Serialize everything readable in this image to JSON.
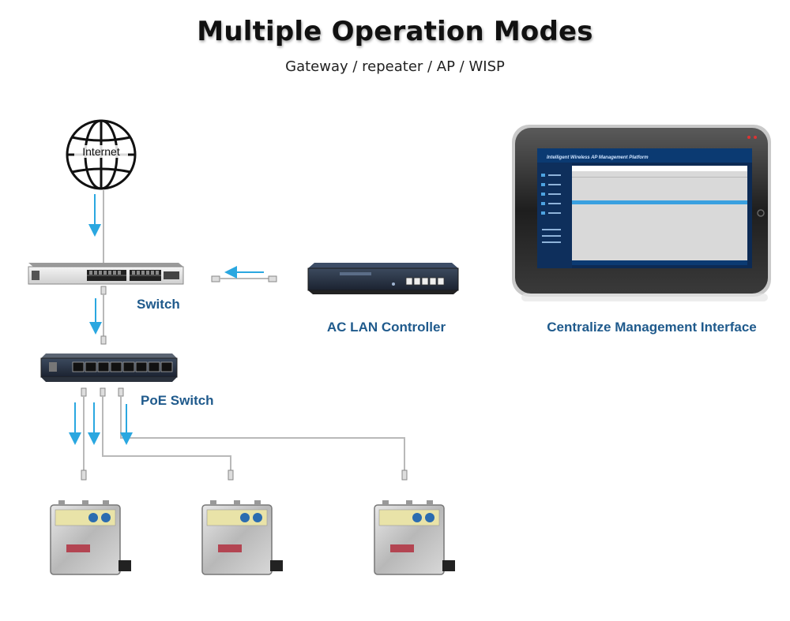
{
  "header": {
    "title": "Multiple Operation Modes",
    "subtitle": "Gateway / repeater / AP / WISP"
  },
  "nodes": {
    "internet": {
      "label": "Internet"
    },
    "switch": {
      "label": "Switch"
    },
    "poe_switch": {
      "label": "PoE Switch"
    },
    "ac_controller": {
      "label": "AC LAN Controller"
    },
    "management": {
      "label": "Centralize Management Interface"
    },
    "tablet_screen": {
      "header": "Intelligent Wireless AP Management Platform"
    }
  },
  "colors": {
    "label": "#1f5a8c",
    "arrow": "#2aa7e0",
    "cable": "#b9b9b9"
  },
  "icons": [
    "globe-icon",
    "switch-device",
    "poe-switch-device",
    "ac-controller-device",
    "tablet-device",
    "access-point-device"
  ]
}
